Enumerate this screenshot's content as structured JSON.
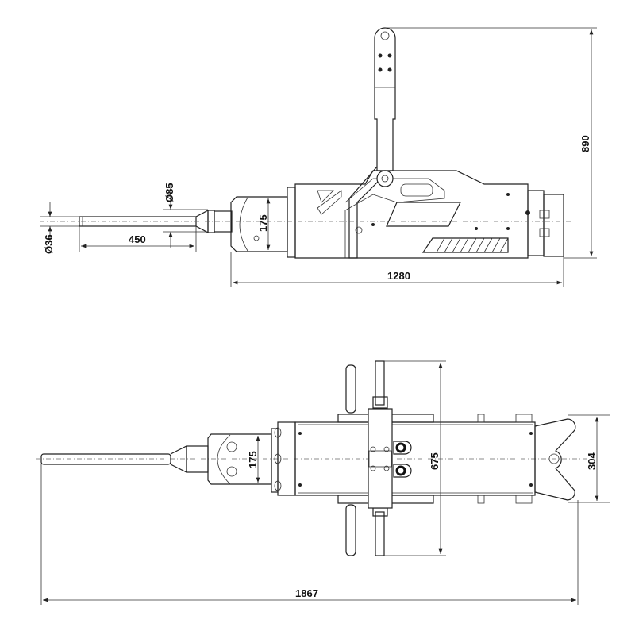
{
  "side_view": {
    "dimensions": {
      "tool_diameter": "Ø36",
      "collar_diameter": "Ø85",
      "tool_length": "450",
      "head_width": "175",
      "overall_length": "1280",
      "overall_height": "890"
    }
  },
  "top_view": {
    "dimensions": {
      "head_width": "175",
      "handle_span": "675",
      "yoke_width": "304",
      "total_length": "1867"
    }
  }
}
